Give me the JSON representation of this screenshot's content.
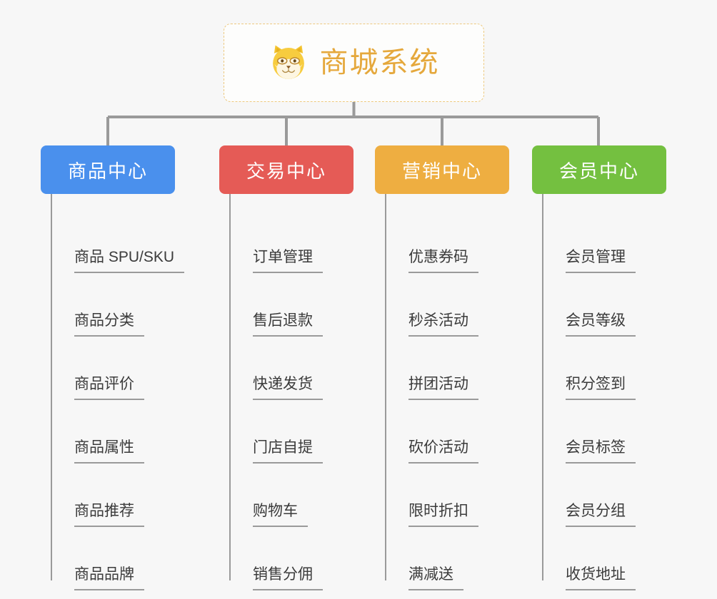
{
  "root": {
    "title": "商城系统",
    "logo_icon": "shiba-dog-icon",
    "title_color": "#e5a83c",
    "border_color": "#edc97f",
    "background": "#fdfdfc"
  },
  "canvas": {
    "background": "#f7f7f7",
    "connector_color": "#9a9a9a"
  },
  "branches": [
    {
      "label": "商品中心",
      "color": "#4a90ed",
      "items": [
        "商品 SPU/SKU",
        "商品分类",
        "商品评价",
        "商品属性",
        "商品推荐",
        "商品品牌"
      ]
    },
    {
      "label": "交易中心",
      "color": "#e55b56",
      "items": [
        "订单管理",
        "售后退款",
        "快递发货",
        "门店自提",
        "购物车",
        "销售分佣"
      ]
    },
    {
      "label": "营销中心",
      "color": "#eeae41",
      "items": [
        "优惠券码",
        "秒杀活动",
        "拼团活动",
        "砍价活动",
        "限时折扣",
        "满减送"
      ]
    },
    {
      "label": "会员中心",
      "color": "#74c040",
      "items": [
        "会员管理",
        "会员等级",
        "积分签到",
        "会员标签",
        "会员分组",
        "收货地址"
      ]
    }
  ]
}
